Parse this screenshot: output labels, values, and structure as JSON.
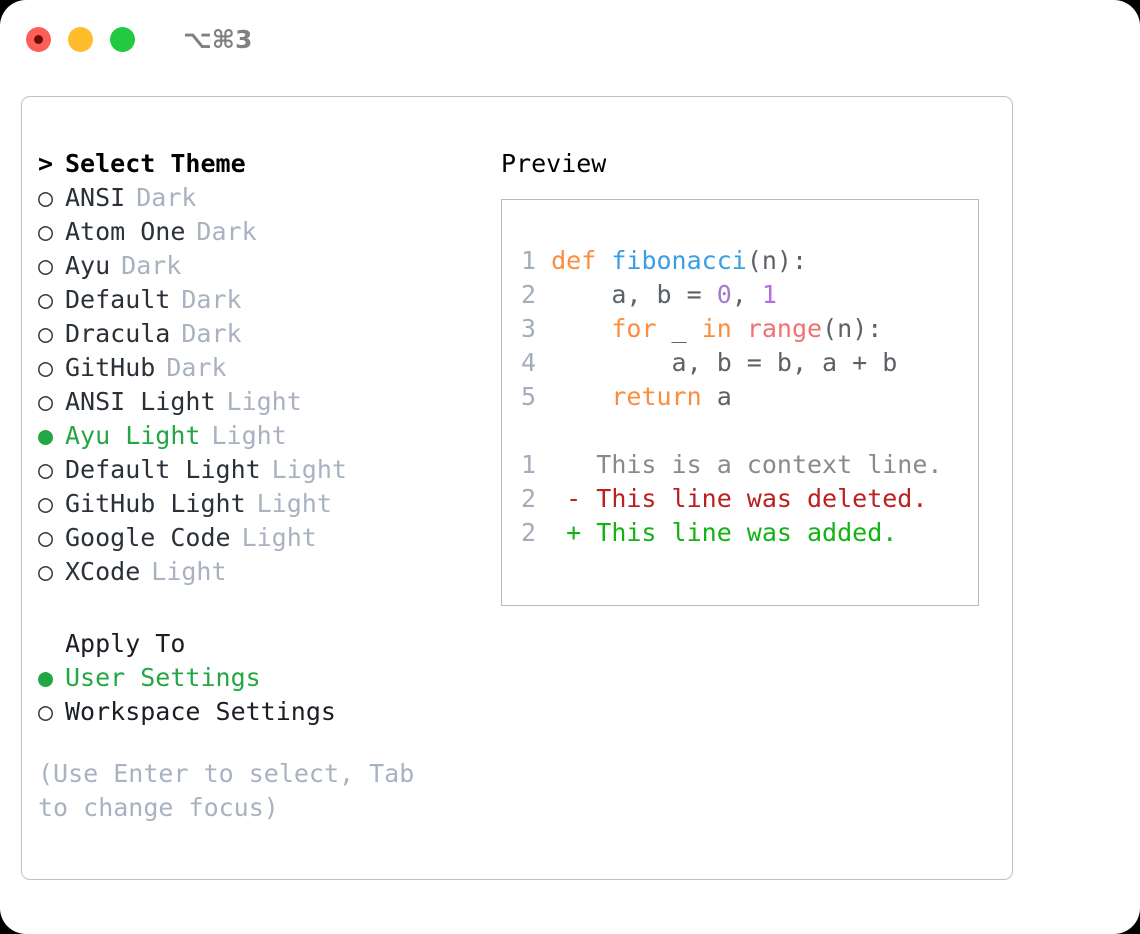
{
  "window": {
    "traffic_lights": [
      "close",
      "minimize",
      "maximize"
    ],
    "shortcut": "⌥⌘3"
  },
  "colors": {
    "accent_green": "#23a744",
    "muted": "#a9b2c0",
    "border": "#b9c2d0",
    "keyword": "#fa8d3e",
    "function": "#399ee6",
    "number": "#a37acc",
    "builtin": "#f07171",
    "diff_delete": "#bb2020",
    "diff_add": "#12b312"
  },
  "left_panel": {
    "heading": "Select Theme",
    "heading_marker": ">",
    "markers": {
      "selected": "●",
      "unselected": "○"
    },
    "themes": [
      {
        "name": "ANSI",
        "kind": "Dark",
        "selected": false
      },
      {
        "name": "Atom One",
        "kind": "Dark",
        "selected": false
      },
      {
        "name": "Ayu",
        "kind": "Dark",
        "selected": false
      },
      {
        "name": "Default",
        "kind": "Dark",
        "selected": false
      },
      {
        "name": "Dracula",
        "kind": "Dark",
        "selected": false
      },
      {
        "name": "GitHub",
        "kind": "Dark",
        "selected": false
      },
      {
        "name": "ANSI Light",
        "kind": "Light",
        "selected": false
      },
      {
        "name": "Ayu Light",
        "kind": "Light",
        "selected": true
      },
      {
        "name": "Default Light",
        "kind": "Light",
        "selected": false
      },
      {
        "name": "GitHub Light",
        "kind": "Light",
        "selected": false
      },
      {
        "name": "Google Code",
        "kind": "Light",
        "selected": false
      },
      {
        "name": "XCode",
        "kind": "Light",
        "selected": false
      }
    ],
    "apply_to": {
      "heading": "Apply To",
      "options": [
        {
          "label": "User Settings",
          "selected": true
        },
        {
          "label": "Workspace Settings",
          "selected": false
        }
      ]
    },
    "hint": "(Use Enter to select, Tab to change focus)"
  },
  "right_panel": {
    "title": "Preview",
    "code_lines": [
      {
        "no": "1",
        "tokens": [
          {
            "t": "def",
            "c": "kw"
          },
          {
            "t": " ",
            "c": "pl"
          },
          {
            "t": "fibonacci",
            "c": "fn"
          },
          {
            "t": "(n):",
            "c": "pl"
          }
        ]
      },
      {
        "no": "2",
        "tokens": [
          {
            "t": "    a, b = ",
            "c": "pl"
          },
          {
            "t": "0",
            "c": "num"
          },
          {
            "t": ", ",
            "c": "pl"
          },
          {
            "t": "1",
            "c": "num2"
          }
        ]
      },
      {
        "no": "3",
        "tokens": [
          {
            "t": "    ",
            "c": "pl"
          },
          {
            "t": "for",
            "c": "kw"
          },
          {
            "t": " _ ",
            "c": "pl"
          },
          {
            "t": "in",
            "c": "kw"
          },
          {
            "t": " ",
            "c": "pl"
          },
          {
            "t": "range",
            "c": "bi"
          },
          {
            "t": "(n):",
            "c": "pl"
          }
        ]
      },
      {
        "no": "4",
        "tokens": [
          {
            "t": "        a, b = b, a + b",
            "c": "pl"
          }
        ]
      },
      {
        "no": "5",
        "tokens": [
          {
            "t": "    ",
            "c": "pl"
          },
          {
            "t": "return",
            "c": "kw"
          },
          {
            "t": " a",
            "c": "pl"
          }
        ]
      }
    ],
    "diff_lines": [
      {
        "no": "1",
        "marker": " ",
        "text": "This is a context line.",
        "kind": "ctx"
      },
      {
        "no": "2",
        "marker": "-",
        "text": "This line was deleted.",
        "kind": "del"
      },
      {
        "no": "2",
        "marker": "+",
        "text": "This line was added.",
        "kind": "add"
      }
    ]
  }
}
